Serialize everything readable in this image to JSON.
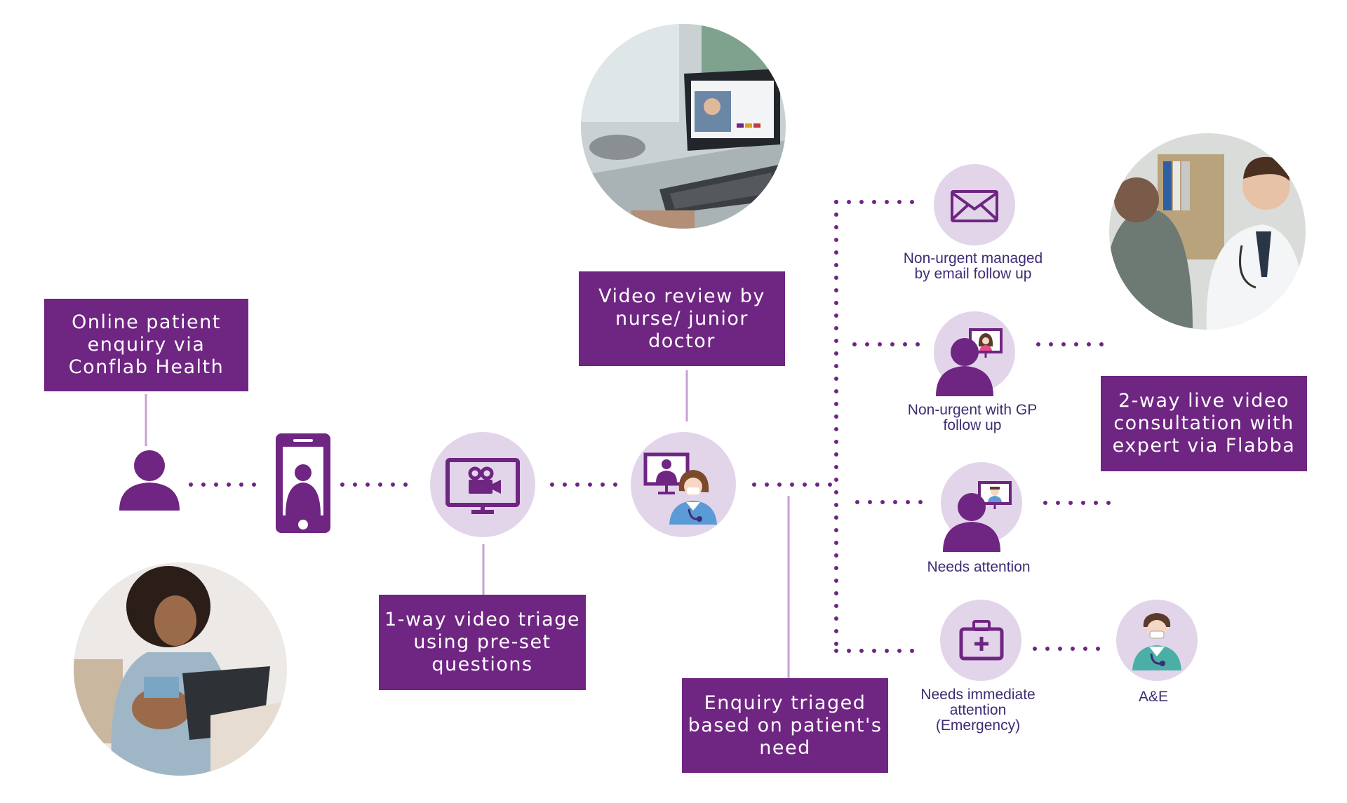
{
  "colors": {
    "box": "#6f2582",
    "icon": "#6f2582",
    "circle": "#e2d5ea",
    "line": "#c7a1d3",
    "dots": "#6f2582",
    "label": "#3f2c73"
  },
  "boxes": {
    "online_enquiry": "Online patient\nenquiry via\nConflab Health",
    "video_triage": "1-way video triage\nusing pre-set\nquestions",
    "video_review": "Video review by\nnurse/ junior\ndoctor",
    "enquiry_triaged": "Enquiry triaged\nbased on patient's\nneed",
    "live_video": "2-way live video\nconsultation with\nexpert via Flabba"
  },
  "labels": {
    "email_followup": "Non-urgent managed\nby email follow up",
    "gp_followup": "Non-urgent with GP\nfollow up",
    "needs_attention": "Needs attention",
    "immediate_attention": "Needs immediate\nattention\n(Emergency)",
    "ae": "A&E"
  },
  "icons": [
    "patient-icon",
    "smartphone-icon",
    "video-camera-monitor-icon",
    "nurse-video-icon",
    "envelope-icon",
    "gp-video-icon",
    "doctor-video-icon",
    "first-aid-kit-icon",
    "emergency-doctor-icon"
  ],
  "photos": [
    "laptop-video-call-photo",
    "doctor-consultation-photo",
    "pregnant-woman-laptop-photo"
  ]
}
